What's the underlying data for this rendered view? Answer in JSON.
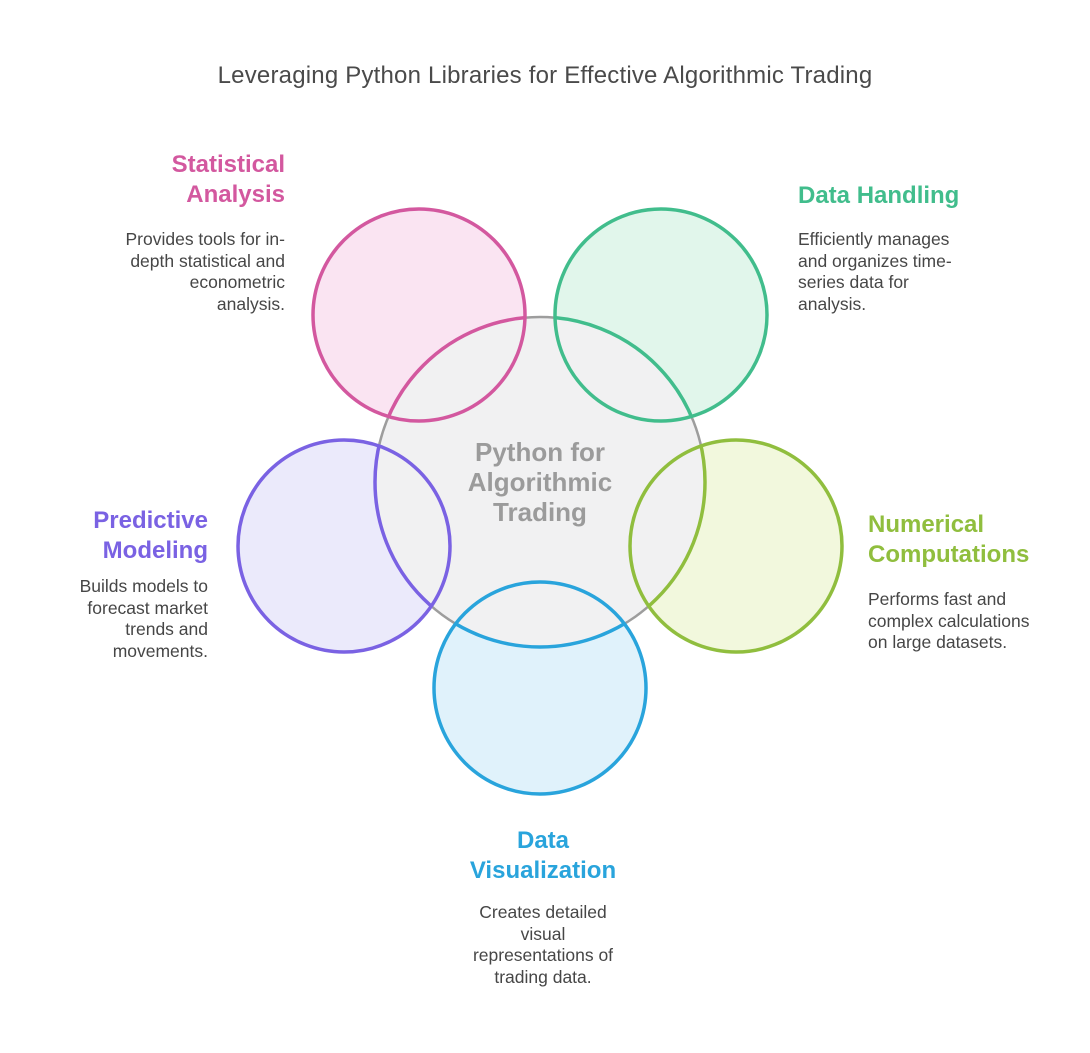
{
  "title": "Leveraging Python Libraries for Effective Algorithmic Trading",
  "title_color": "#4A4A4A",
  "background": "#FFFFFF",
  "body_text_color": "#464646",
  "center": {
    "label": "Python for\nAlgorithmic\nTrading",
    "fill": "#F1F1F2",
    "stroke": "#9D9D9D",
    "text_color": "#9B9B9B"
  },
  "nodes": [
    {
      "id": "statistical-analysis",
      "title": "Statistical\nAnalysis",
      "description": "Provides tools for in-\ndepth statistical and\neconometric\nanalysis.",
      "color": "#D3589F",
      "fill": "#FAE4F2"
    },
    {
      "id": "data-handling",
      "title": "Data Handling",
      "description": "Efficiently manages\nand organizes time-\nseries data for\nanalysis.",
      "color": "#41BD8C",
      "fill": "#E1F6EB"
    },
    {
      "id": "predictive-modeling",
      "title": "Predictive\nModeling",
      "description": "Builds models to\nforecast market\ntrends and\nmovements.",
      "color": "#7A62E3",
      "fill": "#EBEAFB"
    },
    {
      "id": "numerical-computations",
      "title": "Numerical\nComputations",
      "description": "Performs fast and\ncomplex calculations\non large datasets.",
      "color": "#90BE3E",
      "fill": "#F2F8DD"
    },
    {
      "id": "data-visualization",
      "title": "Data\nVisualization",
      "description": "Creates detailed\nvisual\nrepresentations of\ntrading data.",
      "color": "#29A4DC",
      "fill": "#E0F2FB"
    }
  ]
}
